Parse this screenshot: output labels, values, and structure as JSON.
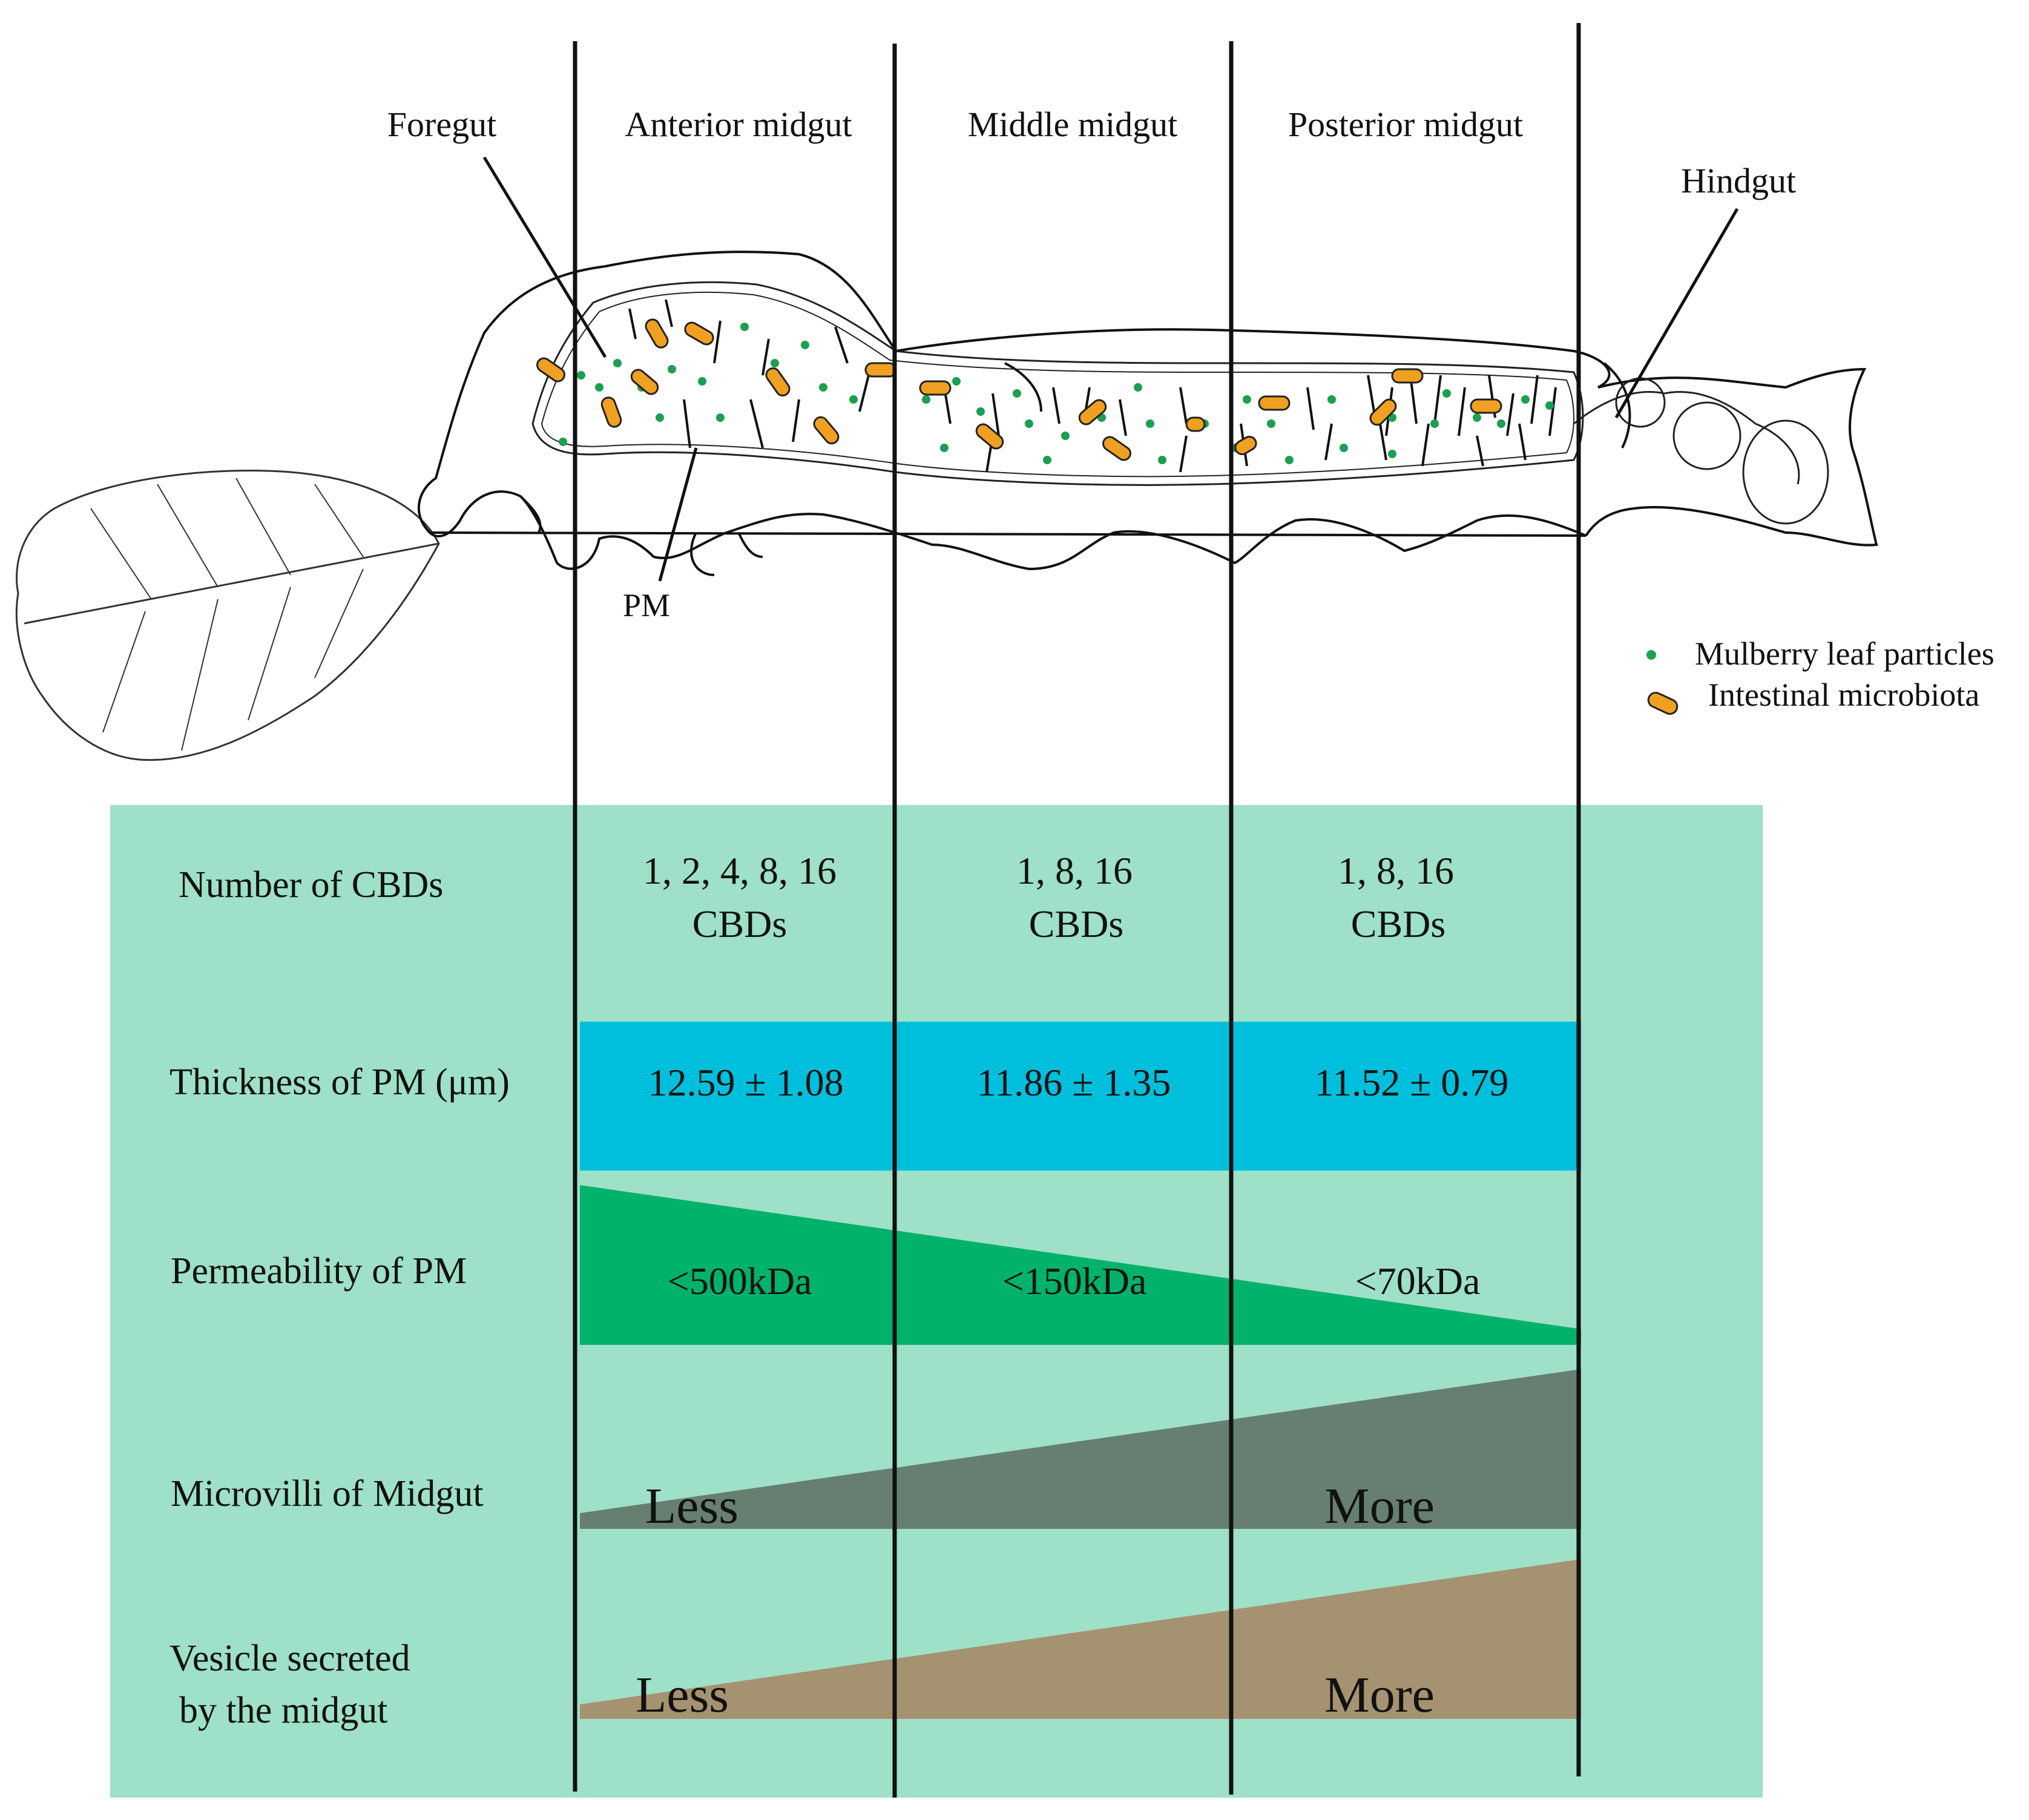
{
  "regions": {
    "foregut": "Foregut",
    "anterior": "Anterior midgut",
    "middle": "Middle midgut",
    "posterior": "Posterior midgut",
    "hindgut": "Hindgut",
    "pm": "PM"
  },
  "legend": {
    "particles": "Mulberry leaf particles",
    "microbiota": "Intestinal microbiota"
  },
  "rows": {
    "cbd": {
      "label": "Number of CBDs",
      "anterior_line1": "1, 2, 4, 8, 16",
      "anterior_line2": "CBDs",
      "middle_line1": "1, 8, 16",
      "middle_line2": "CBDs",
      "posterior_line1": "1, 8, 16",
      "posterior_line2": "CBDs"
    },
    "thickness": {
      "label": "Thickness of PM (μm)",
      "anterior": "12.59 ± 1.08",
      "middle": "11.86 ± 1.35",
      "posterior": "11.52 ± 0.79"
    },
    "permeability": {
      "label": "Permeability of PM",
      "anterior": "<500kDa",
      "middle": "<150kDa",
      "posterior": "<70kDa"
    },
    "microvilli": {
      "label": "Microvilli of Midgut",
      "less": "Less",
      "more": "More"
    },
    "vesicle": {
      "label_line1": "Vesicle secreted",
      "label_line2": "by the midgut",
      "less": "Less",
      "more": "More"
    }
  },
  "colors": {
    "panel": "#9ee0c8",
    "thickness_band": "#00bfdc",
    "permeability_wedge": "#00b26a",
    "microvilli_wedge": "#677f70",
    "vesicle_wedge": "#a59270",
    "particle": "#1aa050",
    "microbe": "#f0a020"
  }
}
